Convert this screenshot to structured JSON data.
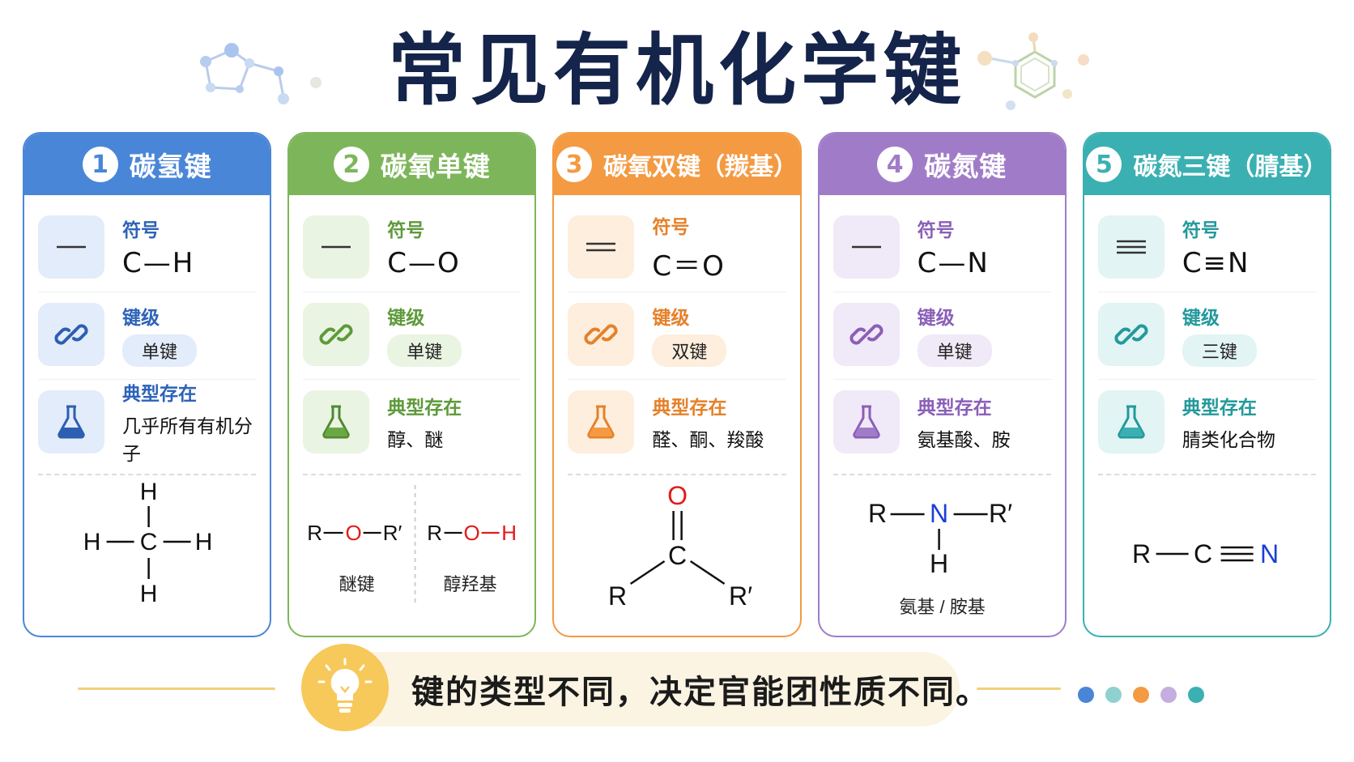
{
  "title": "常见有机化学键",
  "colors": {
    "blue": "#4a86d8",
    "green": "#7db65a",
    "orange": "#f39a43",
    "purple": "#a07cc8",
    "teal": "#3ab0b2",
    "oxygen_red": "#e21b1b",
    "nitrogen_blue": "#1a3fd6",
    "bulb": "#f7c85a"
  },
  "cards": [
    {
      "num": "1",
      "title": "碳氢键",
      "symbol_label": "符号",
      "symbol_icon": "single-bond-icon",
      "symbol": "C—H",
      "order_label": "键级",
      "order": "单键",
      "occur_label": "典型存在",
      "occur": "几乎所有有机分子",
      "structure": {
        "atoms": [
          "H",
          "H",
          "C",
          "H",
          "H"
        ]
      }
    },
    {
      "num": "2",
      "title": "碳氧单键",
      "symbol_label": "符号",
      "symbol_icon": "single-bond-icon",
      "symbol": "C—O",
      "order_label": "键级",
      "order": "单键",
      "occur_label": "典型存在",
      "occur": "醇、醚",
      "structure": {
        "ether": {
          "r1": "R",
          "o": "O",
          "r2": "R′",
          "caption": "醚键"
        },
        "alcohol": {
          "r": "R",
          "o": "O",
          "h": "H",
          "caption": "醇羟基"
        }
      }
    },
    {
      "num": "3",
      "title": "碳氧双键（羰基）",
      "symbol_label": "符号",
      "symbol_icon": "double-bond-icon",
      "symbol": "C＝O",
      "order_label": "键级",
      "order": "双键",
      "occur_label": "典型存在",
      "occur": "醛、酮、羧酸",
      "structure": {
        "o": "O",
        "c": "C",
        "r1": "R",
        "r2": "R′"
      }
    },
    {
      "num": "4",
      "title": "碳氮键",
      "symbol_label": "符号",
      "symbol_icon": "single-bond-icon",
      "symbol": "C—N",
      "order_label": "键级",
      "order": "单键",
      "occur_label": "典型存在",
      "occur": "氨基酸、胺",
      "structure": {
        "r1": "R",
        "n": "N",
        "r2": "R′",
        "h": "H",
        "caption": "氨基 / 胺基"
      }
    },
    {
      "num": "5",
      "title": "碳氮三键（腈基）",
      "symbol_label": "符号",
      "symbol_icon": "triple-bond-icon",
      "symbol": "C≡N",
      "order_label": "键级",
      "order": "三键",
      "occur_label": "典型存在",
      "occur": "腈类化合物",
      "structure": {
        "r": "R",
        "c": "C",
        "n": "N"
      }
    }
  ],
  "footer": {
    "icon": "lightbulb-icon",
    "text": "键的类型不同，决定官能团性质不同。"
  }
}
